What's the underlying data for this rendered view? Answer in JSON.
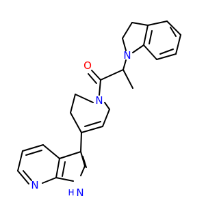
{
  "colors": {
    "bond": "#000000",
    "oxygen": "#ff0000",
    "nitrogen": "#0000ff",
    "background": "#ffffff"
  },
  "atoms": {
    "oxygen": "O",
    "amide_nitrogen": "N",
    "indoline_nitrogen": "N",
    "pyridine_nitrogen": "N",
    "pyrrole_nitrogen_h": "H",
    "pyrrole_nitrogen_n": "N"
  }
}
